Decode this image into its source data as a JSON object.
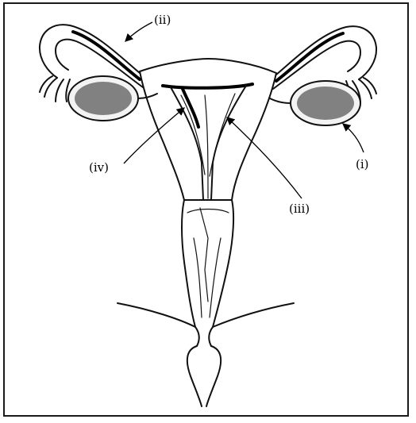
{
  "labels": {
    "i": "(i)",
    "ii": "(ii)",
    "iii": "(iii)",
    "iv": "(iv)"
  }
}
